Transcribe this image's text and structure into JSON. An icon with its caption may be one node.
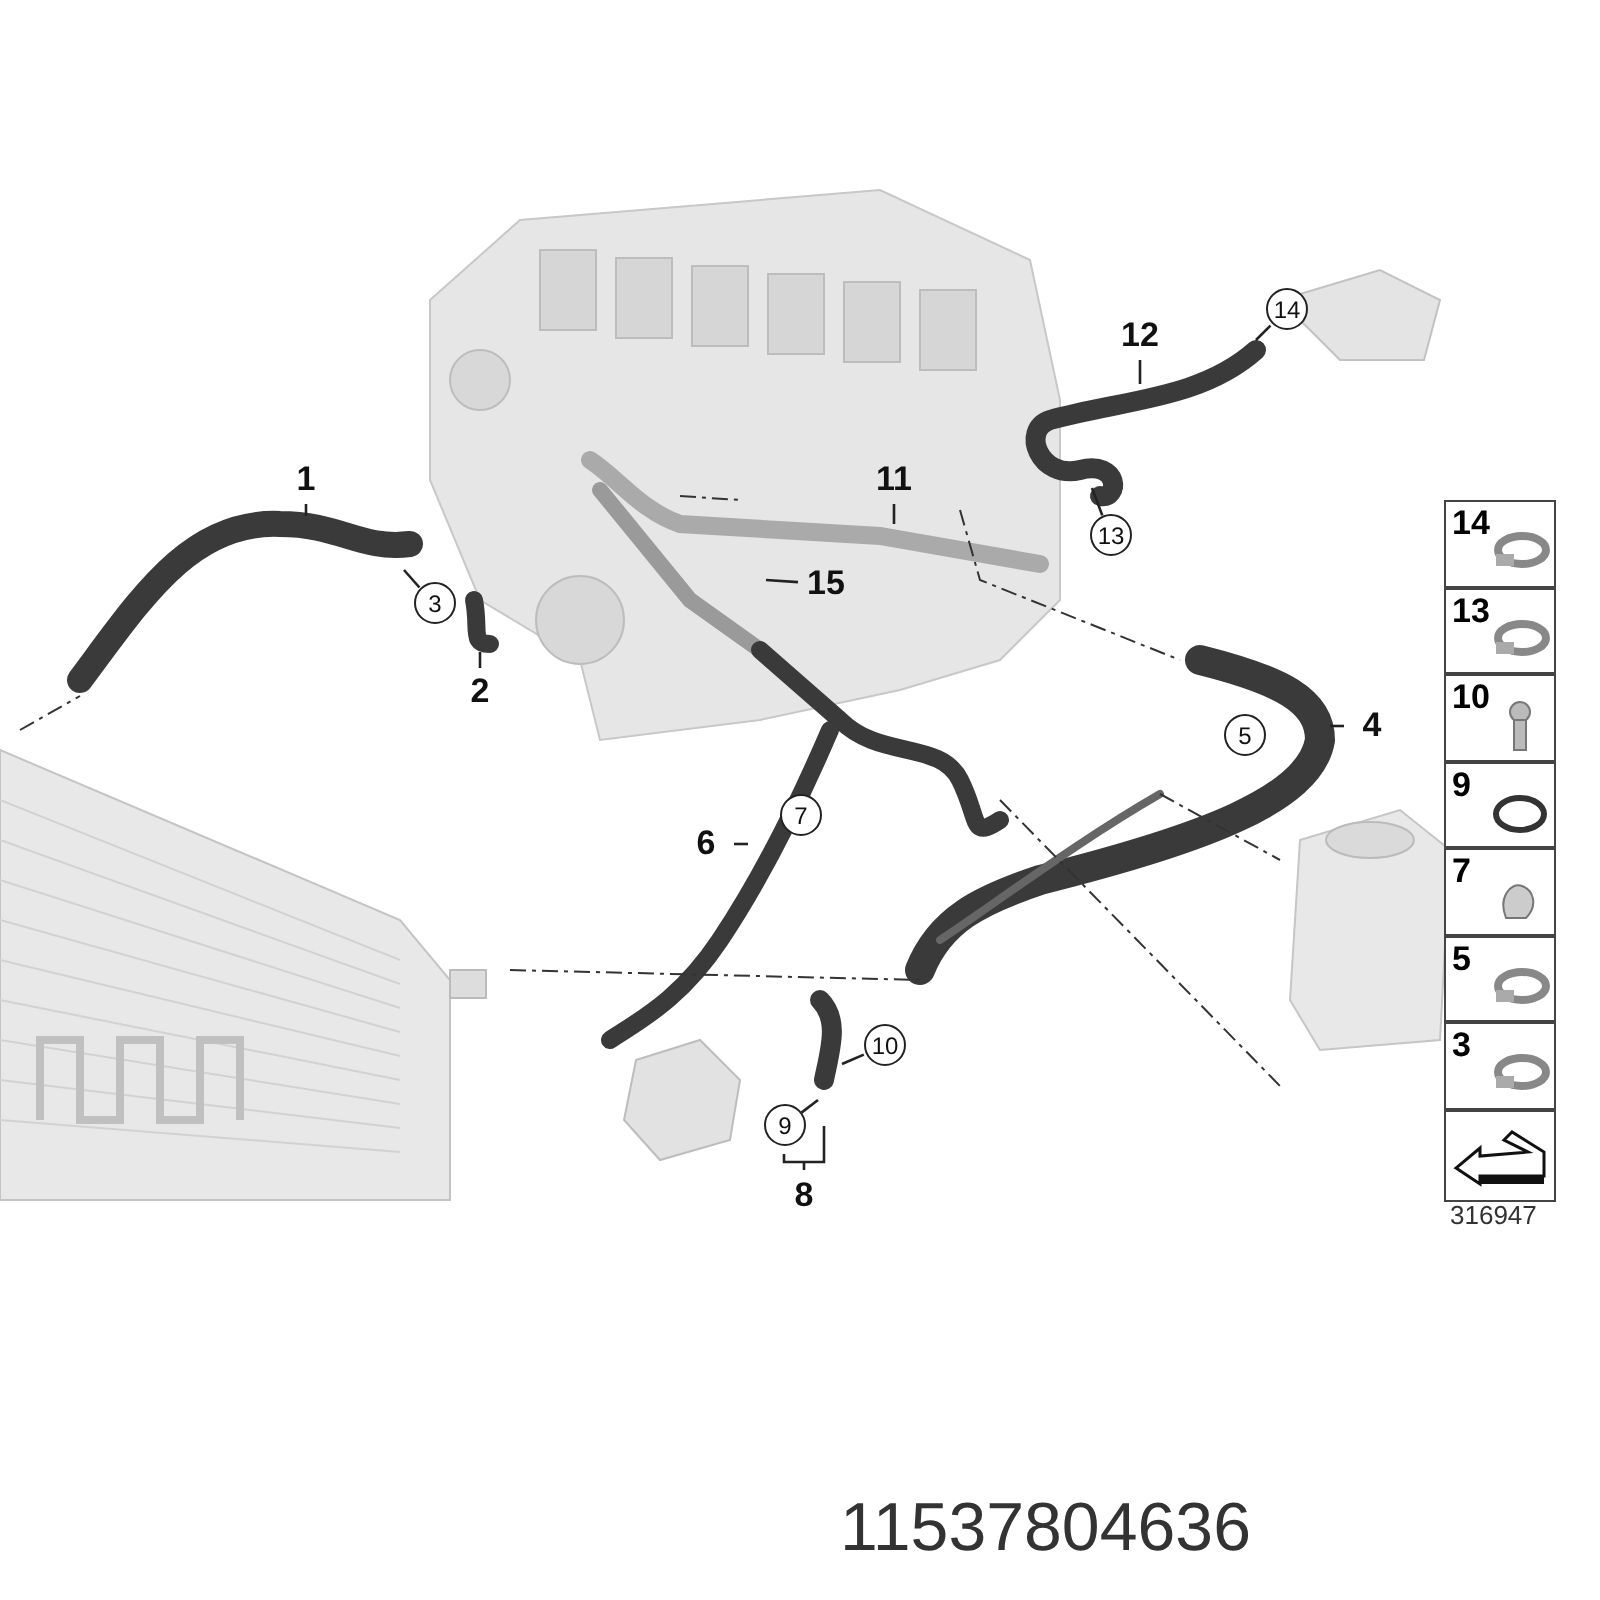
{
  "diagram": {
    "nodes": [
      {
        "text": [
          "1"
        ]
      },
      {
        "text": [
          "12"
        ]
      },
      {
        "text": [
          "14"
        ]
      },
      {
        "text": [
          "11"
        ]
      },
      {
        "text": [
          "13"
        ]
      },
      {
        "text": [
          "3"
        ]
      },
      {
        "text": [
          "15"
        ]
      },
      {
        "text": [
          "2"
        ]
      },
      {
        "text": [
          "5"
        ]
      },
      {
        "text": [
          "4"
        ]
      },
      {
        "text": [
          "6"
        ]
      },
      {
        "text": [
          "7"
        ]
      },
      {
        "text": [
          "10"
        ]
      },
      {
        "text": [
          "9"
        ]
      },
      {
        "text": [
          "8"
        ]
      },
      {
        "text": [
          "14"
        ]
      },
      {
        "text": [
          "13"
        ]
      },
      {
        "text": [
          "10"
        ]
      },
      {
        "text": [
          "9"
        ]
      },
      {
        "text": [
          "7"
        ]
      },
      {
        "text": [
          "5"
        ]
      },
      {
        "text": [
          "3"
        ]
      },
      {
        "text": [],
        "shape": "box"
      }
    ],
    "edges": [
      {
        "from": 0,
        "to": null,
        "arrow": "none"
      },
      {
        "from": 1,
        "to": null,
        "arrow": "none"
      },
      {
        "from": 2,
        "to": null,
        "arrow": "none"
      },
      {
        "from": 3,
        "to": null,
        "arrow": "none"
      },
      {
        "from": 4,
        "to": null,
        "arrow": "none"
      },
      {
        "from": 5,
        "to": null,
        "arrow": "none"
      },
      {
        "from": 6,
        "to": null,
        "arrow": "none"
      },
      {
        "from": 7,
        "to": null,
        "arrow": "none"
      },
      {
        "from": 9,
        "to": null,
        "arrow": "none"
      },
      {
        "from": 10,
        "to": null,
        "arrow": "none"
      },
      {
        "from": 12,
        "to": null,
        "arrow": "none"
      },
      {
        "from": 13,
        "to": null,
        "arrow": "none"
      }
    ],
    "labels": [
      "316947",
      "11537804636"
    ]
  }
}
